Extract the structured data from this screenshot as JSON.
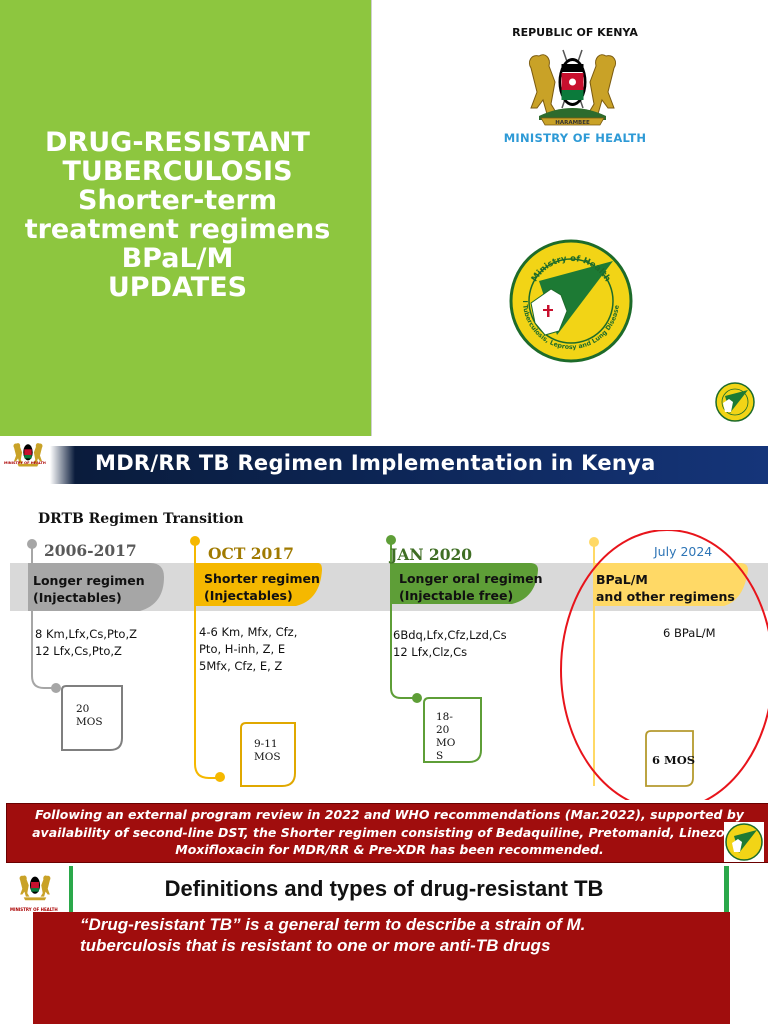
{
  "slide1": {
    "title_lines": [
      "DRUG-RESISTANT",
      "TUBERCULOSIS",
      "Shorter-term",
      "treatment regimens",
      "BPaL/M",
      "UPDATES"
    ],
    "republic": "REPUBLIC OF KENYA",
    "ministry": "MINISTRY OF HEALTH",
    "coat_banner": "HARAMBEE",
    "seal_top": "Ministry of Health",
    "seal_bottom": "National Tuberculosis, Leprosy and Lung Disease Program"
  },
  "slide2": {
    "title": "MDR/RR TB Regimen Implementation in Kenya",
    "ministry_small": "MINISTRY OF HEALTH",
    "section_heading": "DRTB Regimen Transition",
    "stages": [
      {
        "year": "2006-2017",
        "label": "Longer regimen\n(Injectables)",
        "drugs": "8 Km,Lfx,Cs,Pto,Z\n12 Lfx,Cs,Pto,Z",
        "duration": "20\nMOS"
      },
      {
        "year": "OCT 2017",
        "label": "Shorter regimen\n(Injectables)",
        "drugs": "4-6 Km, Mfx, Cfz,\nPto, H-inh, Z, E\n5Mfx, Cfz, E, Z",
        "duration": "9-11\nMOS"
      },
      {
        "year": "JAN 2020",
        "label": "Longer oral regimen\n(Injectable free)",
        "drugs": "6Bdq,Lfx,Cfz,Lzd,Cs\n12 Lfx,Clz,Cs",
        "duration": "18-\n20\nMO\nS"
      },
      {
        "year": "July 2024",
        "label": "BPaL/M\nand other regimens",
        "drugs": "6 BPaL/M",
        "duration": "6 MOS"
      }
    ],
    "caption": "Following an external program review in 2022 and  WHO recommendations (Mar.2022), supported by availability of second-line DST, the Shorter regimen consisting of Bedaquiline, Pretomanid, Linezolid, Moxifloxacin for MDR/RR & Pre-XDR has been recommended.",
    "colors": {
      "gray": "#a6a6a6",
      "orange": "#f5b800",
      "green": "#5e9e37",
      "yellow": "#ffd966",
      "red_circle": "#e8141b",
      "header_navy": "#0c2452"
    }
  },
  "slide3": {
    "title": "Definitions and types of drug-resistant TB",
    "ministry_small": "MINISTRY OF HEALTH",
    "definition": "“Drug-resistant TB” is a general term to describe a strain of M. tuberculosis that is resistant to one or more anti-TB drugs"
  }
}
